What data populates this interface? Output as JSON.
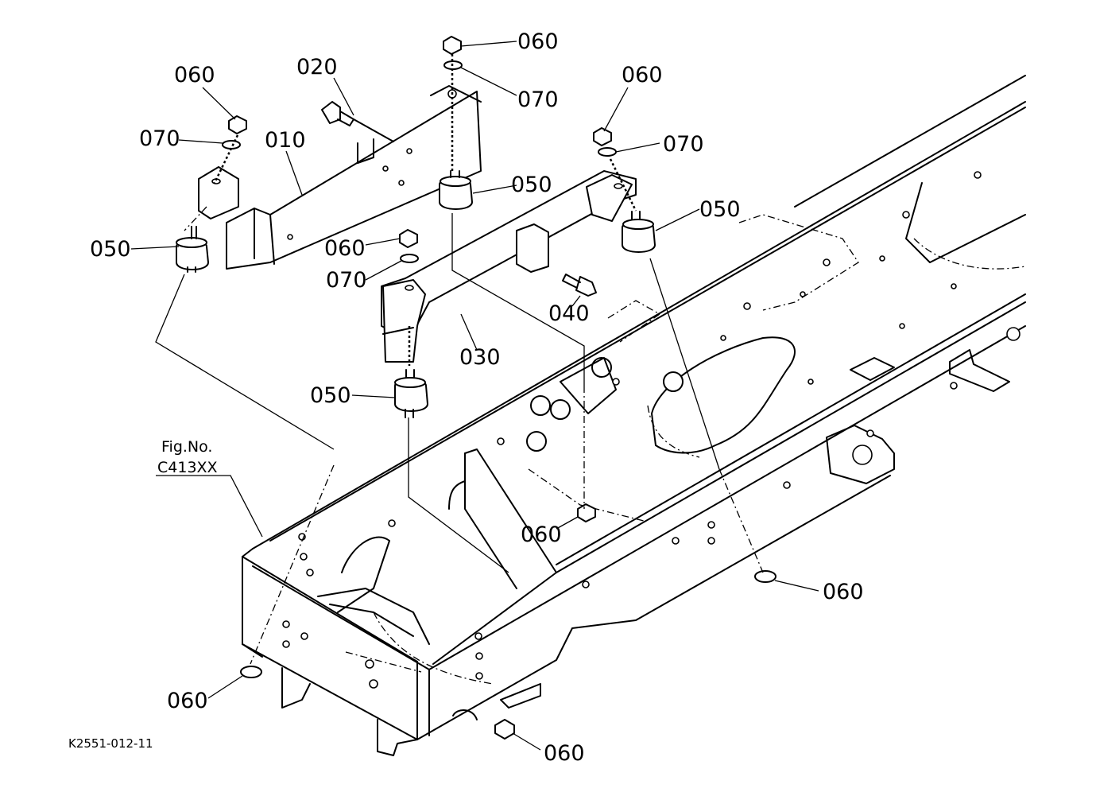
{
  "figure_ref": {
    "line1": "Fig.No.",
    "line2": "C413XX"
  },
  "drawing_id": "K2551-012-11",
  "callouts": [
    {
      "id": "c1",
      "text": "060"
    },
    {
      "id": "c2",
      "text": "070"
    },
    {
      "id": "c3",
      "text": "020"
    },
    {
      "id": "c4",
      "text": "060"
    },
    {
      "id": "c5",
      "text": "070"
    },
    {
      "id": "c6",
      "text": "010"
    },
    {
      "id": "c7",
      "text": "060"
    },
    {
      "id": "c8",
      "text": "070"
    },
    {
      "id": "c9",
      "text": "050"
    },
    {
      "id": "c10",
      "text": "050"
    },
    {
      "id": "c11",
      "text": "050"
    },
    {
      "id": "c12",
      "text": "060"
    },
    {
      "id": "c13",
      "text": "070"
    },
    {
      "id": "c14",
      "text": "040"
    },
    {
      "id": "c15",
      "text": "030"
    },
    {
      "id": "c16",
      "text": "050"
    },
    {
      "id": "c17",
      "text": "060"
    },
    {
      "id": "c18",
      "text": "060"
    },
    {
      "id": "c19",
      "text": "060"
    },
    {
      "id": "c20",
      "text": "060"
    }
  ]
}
